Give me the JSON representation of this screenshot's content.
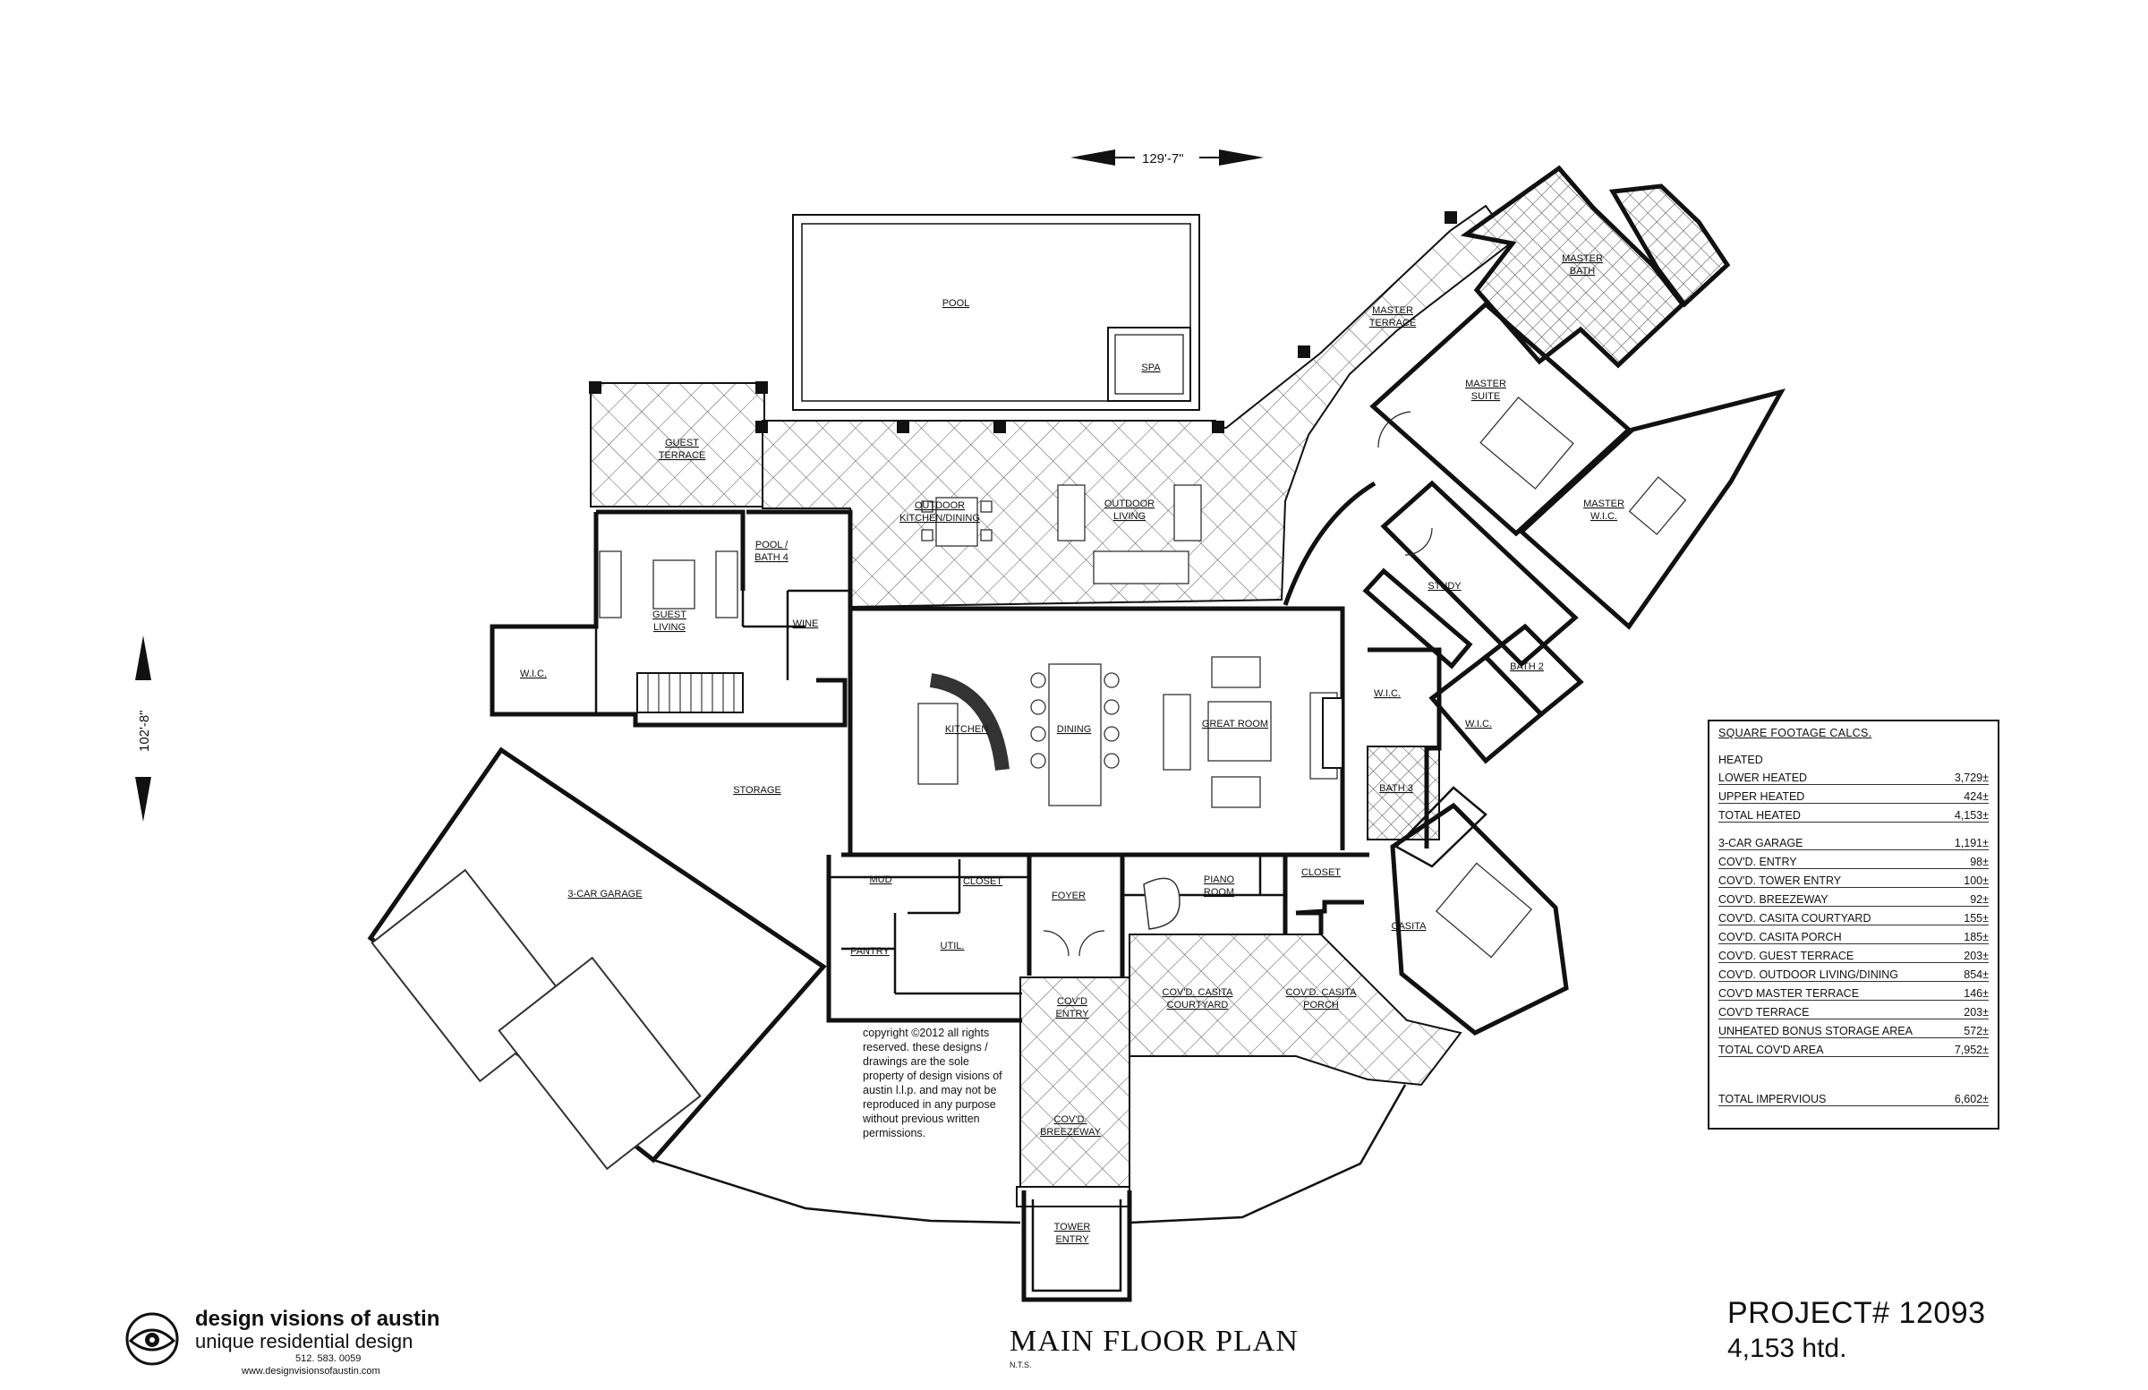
{
  "dimensions": {
    "width_label": "129'-7\"",
    "depth_label": "102'-8\""
  },
  "rooms": {
    "pool": "POOL",
    "spa": "SPA",
    "guest_terrace_1": "GUEST",
    "guest_terrace_2": "TERRACE",
    "outdoor_kitchen_1": "OUTDOOR",
    "outdoor_kitchen_2": "KITCHEN/DINING",
    "outdoor_living_1": "OUTDOOR",
    "outdoor_living_2": "LIVING",
    "master_terrace_1": "MASTER",
    "master_terrace_2": "TERRACE",
    "master_bath_1": "MASTER",
    "master_bath_2": "BATH",
    "master_suite_1": "MASTER",
    "master_suite_2": "SUITE",
    "master_wic_1": "MASTER",
    "master_wic_2": "W.I.C.",
    "study": "STUDY",
    "bath2": "BATH 2",
    "wic_right_1": "W.I.C.",
    "wic_right_2": "W.I.C.",
    "bath3": "BATH 3",
    "casita": "CASITA",
    "pool_bath_1": "POOL /",
    "pool_bath_2": "BATH 4",
    "guest_living_1": "GUEST",
    "guest_living_2": "LIVING",
    "wic_left": "W.I.C.",
    "wine": "WINE",
    "kitchen": "KITCHEN",
    "dining": "DINING",
    "great_room": "GREAT ROOM",
    "storage": "STORAGE",
    "garage": "3-CAR GARAGE",
    "mud": "MUD",
    "closet_1": "CLOSET",
    "closet_2": "CLOSET",
    "pantry": "PANTRY",
    "util": "UTIL.",
    "foyer": "FOYER",
    "piano_1": "PIANO",
    "piano_2": "ROOM",
    "covd_entry_1": "COV'D",
    "covd_entry_2": "ENTRY",
    "covd_casita_courtyard_1": "COV'D. CASITA",
    "covd_casita_courtyard_2": "COURTYARD",
    "covd_casita_porch_1": "COV'D. CASITA",
    "covd_casita_porch_2": "PORCH",
    "covd_breezeway_1": "COV'D.",
    "covd_breezeway_2": "BREEZEWAY",
    "tower_entry_1": "TOWER",
    "tower_entry_2": "ENTRY"
  },
  "copyright": "copyright ©2012 all rights reserved. these designs / drawings are the sole property of design visions of austin l.l.p. and may not be reproduced in any purpose without previous written permissions.",
  "sqft_table": {
    "title": "SQUARE FOOTAGE CALCS.",
    "heated_header": "HEATED",
    "heated_rows": [
      {
        "label": "LOWER HEATED",
        "value": "3,729±"
      },
      {
        "label": "UPPER HEATED",
        "value": "424±"
      }
    ],
    "total_heated": {
      "label": "TOTAL HEATED",
      "value": "4,153±"
    },
    "covered_rows": [
      {
        "label": "3-CAR GARAGE",
        "value": "1,191±"
      },
      {
        "label": "COV'D. ENTRY",
        "value": "98±"
      },
      {
        "label": "COV'D. TOWER ENTRY",
        "value": "100±"
      },
      {
        "label": "COV'D. BREEZEWAY",
        "value": "92±"
      },
      {
        "label": "COV'D. CASITA COURTYARD",
        "value": "155±"
      },
      {
        "label": "COV'D. CASITA PORCH",
        "value": "185±"
      },
      {
        "label": "COV'D. GUEST TERRACE",
        "value": "203±"
      },
      {
        "label": "COV'D. OUTDOOR LIVING/DINING",
        "value": "854±"
      },
      {
        "label": "COV'D MASTER TERRACE",
        "value": "146±"
      },
      {
        "label": "COV'D TERRACE",
        "value": "203±"
      },
      {
        "label": "UNHEATED BONUS STORAGE AREA",
        "value": "572±"
      }
    ],
    "total_covd": {
      "label": "TOTAL COV'D AREA",
      "value": "7,952±"
    },
    "total_impervious": {
      "label": "TOTAL IMPERVIOUS",
      "value": "6,602±"
    }
  },
  "branding": {
    "company_name": "design visions of austin",
    "tagline": "unique residential design",
    "phone": "512. 583. 0059",
    "website": "www.designvisionsofaustin.com"
  },
  "plan_title": "MAIN FLOOR PLAN",
  "plan_scale": "N.T.S.",
  "project_number": "PROJECT# 12093",
  "heated_area": "4,153 htd."
}
